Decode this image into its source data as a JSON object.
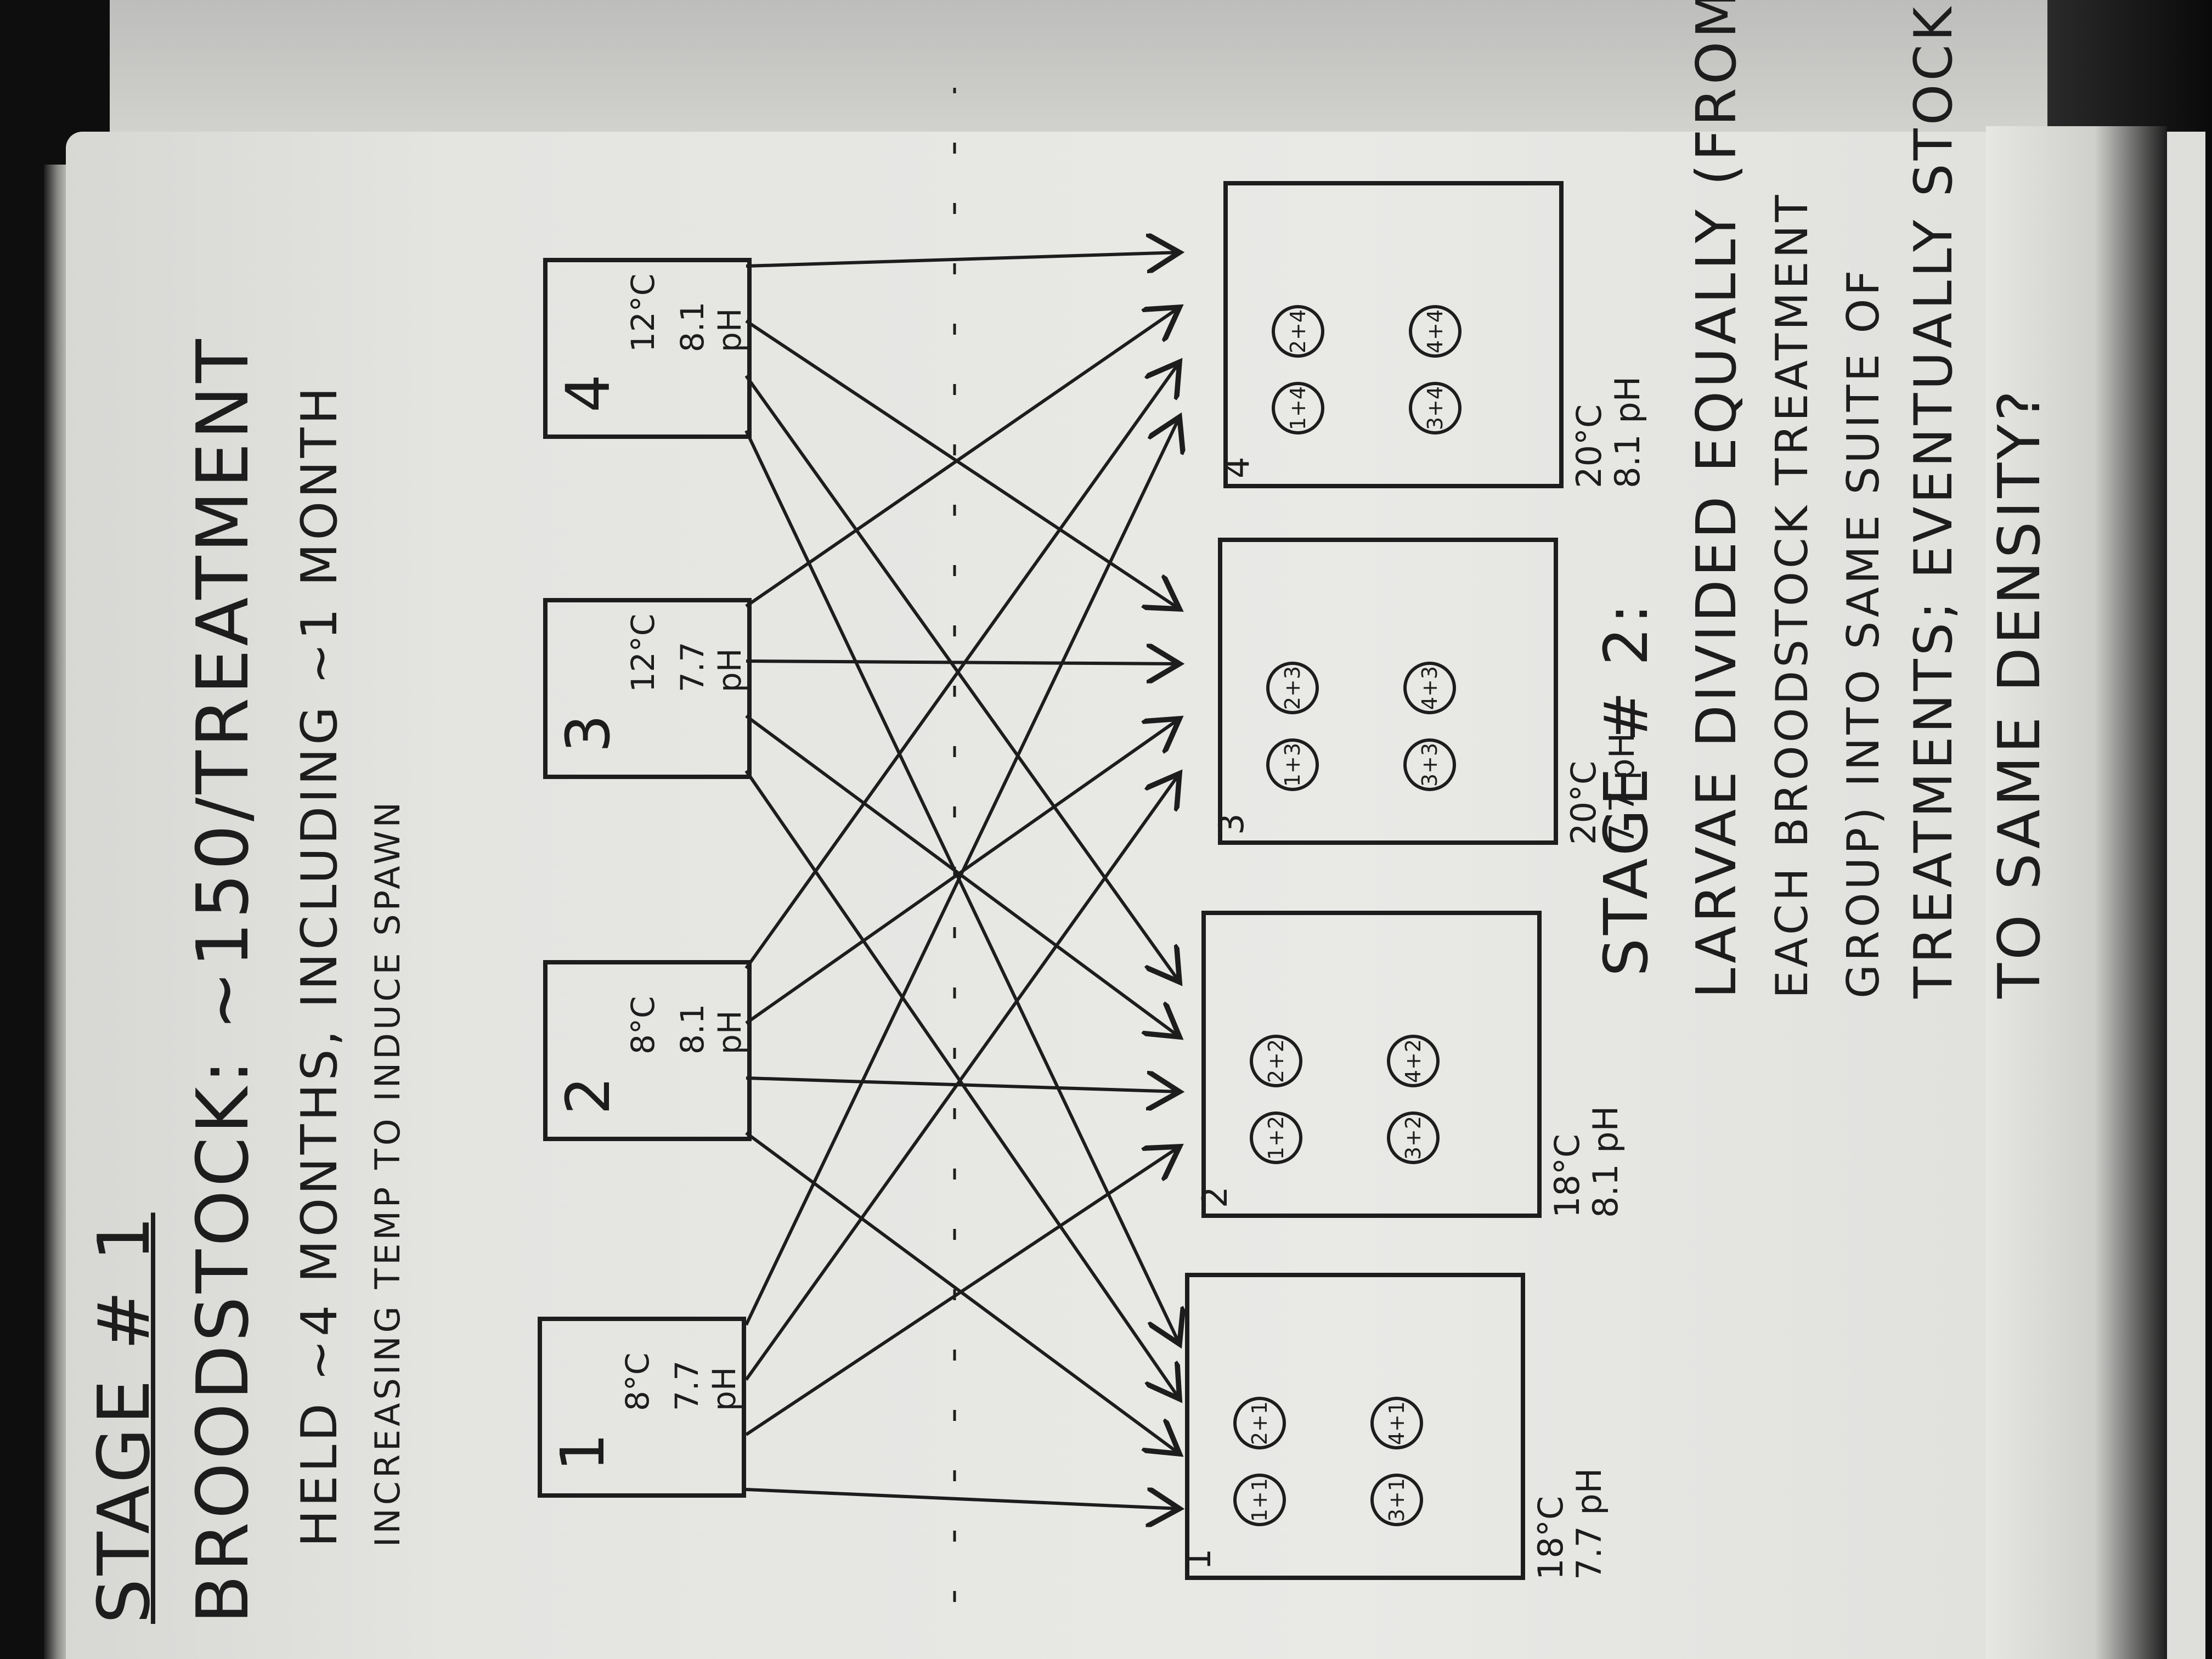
{
  "stage1": {
    "heading": "STAGE # 1",
    "broodstock": "BROODSTOCK: ~150/TREATMENT",
    "held": "HELD ~4 MONTHS, INCLUDING ~1 MONTH",
    "increasing": "INCREASING TEMP TO INDUCE SPAWN"
  },
  "broodstock_boxes": [
    {
      "num": "1",
      "temp": "8°C",
      "ph": "7.7 pH"
    },
    {
      "num": "2",
      "temp": "8°C",
      "ph": "8.1 pH"
    },
    {
      "num": "3",
      "temp": "12°C",
      "ph": "7.7 pH"
    },
    {
      "num": "4",
      "temp": "12°C",
      "ph": "8.1 pH"
    }
  ],
  "larval_boxes": [
    {
      "corner": "1",
      "circles": [
        "1+1",
        "2+1",
        "3+1",
        "4+1"
      ],
      "temp": "18°C",
      "ph": "7.7 pH"
    },
    {
      "corner": "2",
      "circles": [
        "1+2",
        "2+2",
        "3+2",
        "4+2"
      ],
      "temp": "18°C",
      "ph": "8.1 pH"
    },
    {
      "corner": "3",
      "circles": [
        "1+3",
        "2+3",
        "3+3",
        "4+3"
      ],
      "temp": "20°C",
      "ph": "7.7 pH"
    },
    {
      "corner": "4",
      "circles": [
        "1+4",
        "2+4",
        "3+4",
        "4+4"
      ],
      "temp": "20°C",
      "ph": "8.1 pH"
    }
  ],
  "stage2": {
    "heading": "STAGE # 2:",
    "line1": "LARVAE DIVIDED EQUALLY (FROM",
    "line2": "EACH BROODSTOCK TREATMENT",
    "line3": "GROUP) INTO SAME SUITE OF",
    "line4": "TREATMENTS; EVENTUALLY STOCKED",
    "line5": "TO SAME DENSITY?"
  },
  "ink_color": "#1d1d1d",
  "paper_color": "#e6e6e3"
}
